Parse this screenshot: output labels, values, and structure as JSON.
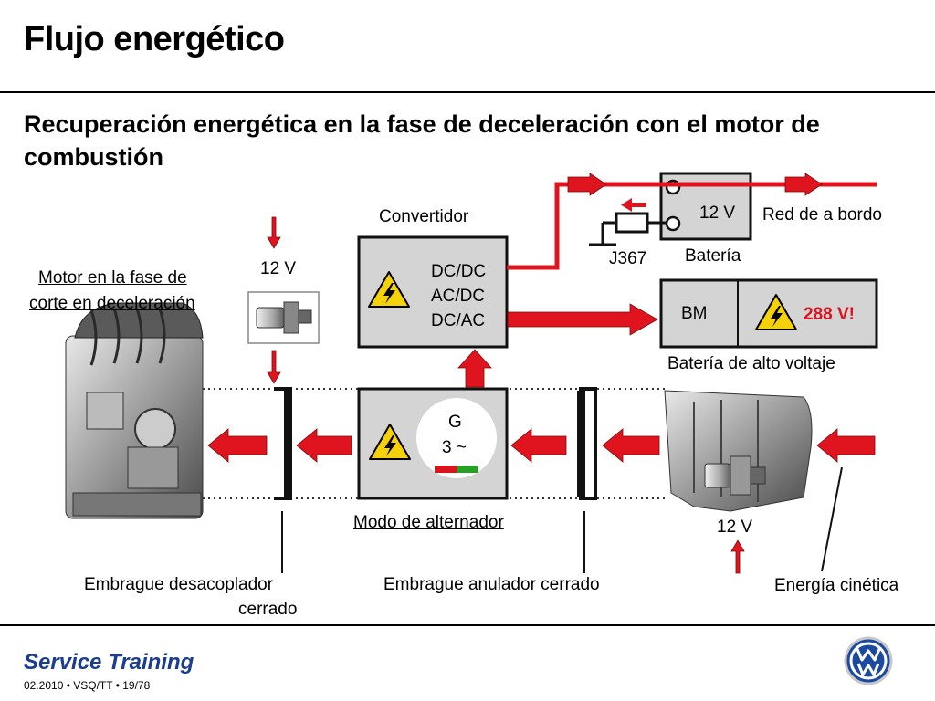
{
  "header": {
    "title": "Flujo energético",
    "subtitle": "Recuperación energética en la fase de deceleración con el motor de combustión"
  },
  "labels": {
    "motor_line1": "Motor en la fase de",
    "motor_line2": "corte en deceleración",
    "starter_left_voltage": "12 V",
    "convertidor": "Convertidor",
    "converter_dcdc": "DC/DC",
    "converter_acdc": "AC/DC",
    "converter_dcac": "DC/AC",
    "battery_12v": "12 V",
    "bateria": "Batería",
    "relay": "J367",
    "red_de_a_bordo": "Red de a bordo",
    "bm": "BM",
    "hv_voltage": "288 V!",
    "bateria_alto_voltaje": "Batería de alto voltaje",
    "generator_g": "G",
    "generator_phase": "3 ~",
    "modo_alternador": "Modo de alternador",
    "starter_right_voltage": "12 V",
    "embrague_desacoplador_line1": "Embrague desacoplador",
    "embrague_desacoplador_line2": "cerrado",
    "embrague_anulador": "Embrague anulador cerrado",
    "energia_cinetica": "Energía cinética"
  },
  "footer": {
    "service_training": "Service Training",
    "info": "02.2010 • VSQ/TT • 19/78"
  },
  "colors": {
    "arrow_red": "#e0141e",
    "box_gray": "#d4d4d4",
    "footer_blue": "#1a3d8f",
    "warning_yellow": "#f5d10a"
  },
  "icons": [
    "high-voltage-warning-icon",
    "vw-logo-icon",
    "starter-motor-icon",
    "engine-icon",
    "gearbox-icon"
  ]
}
